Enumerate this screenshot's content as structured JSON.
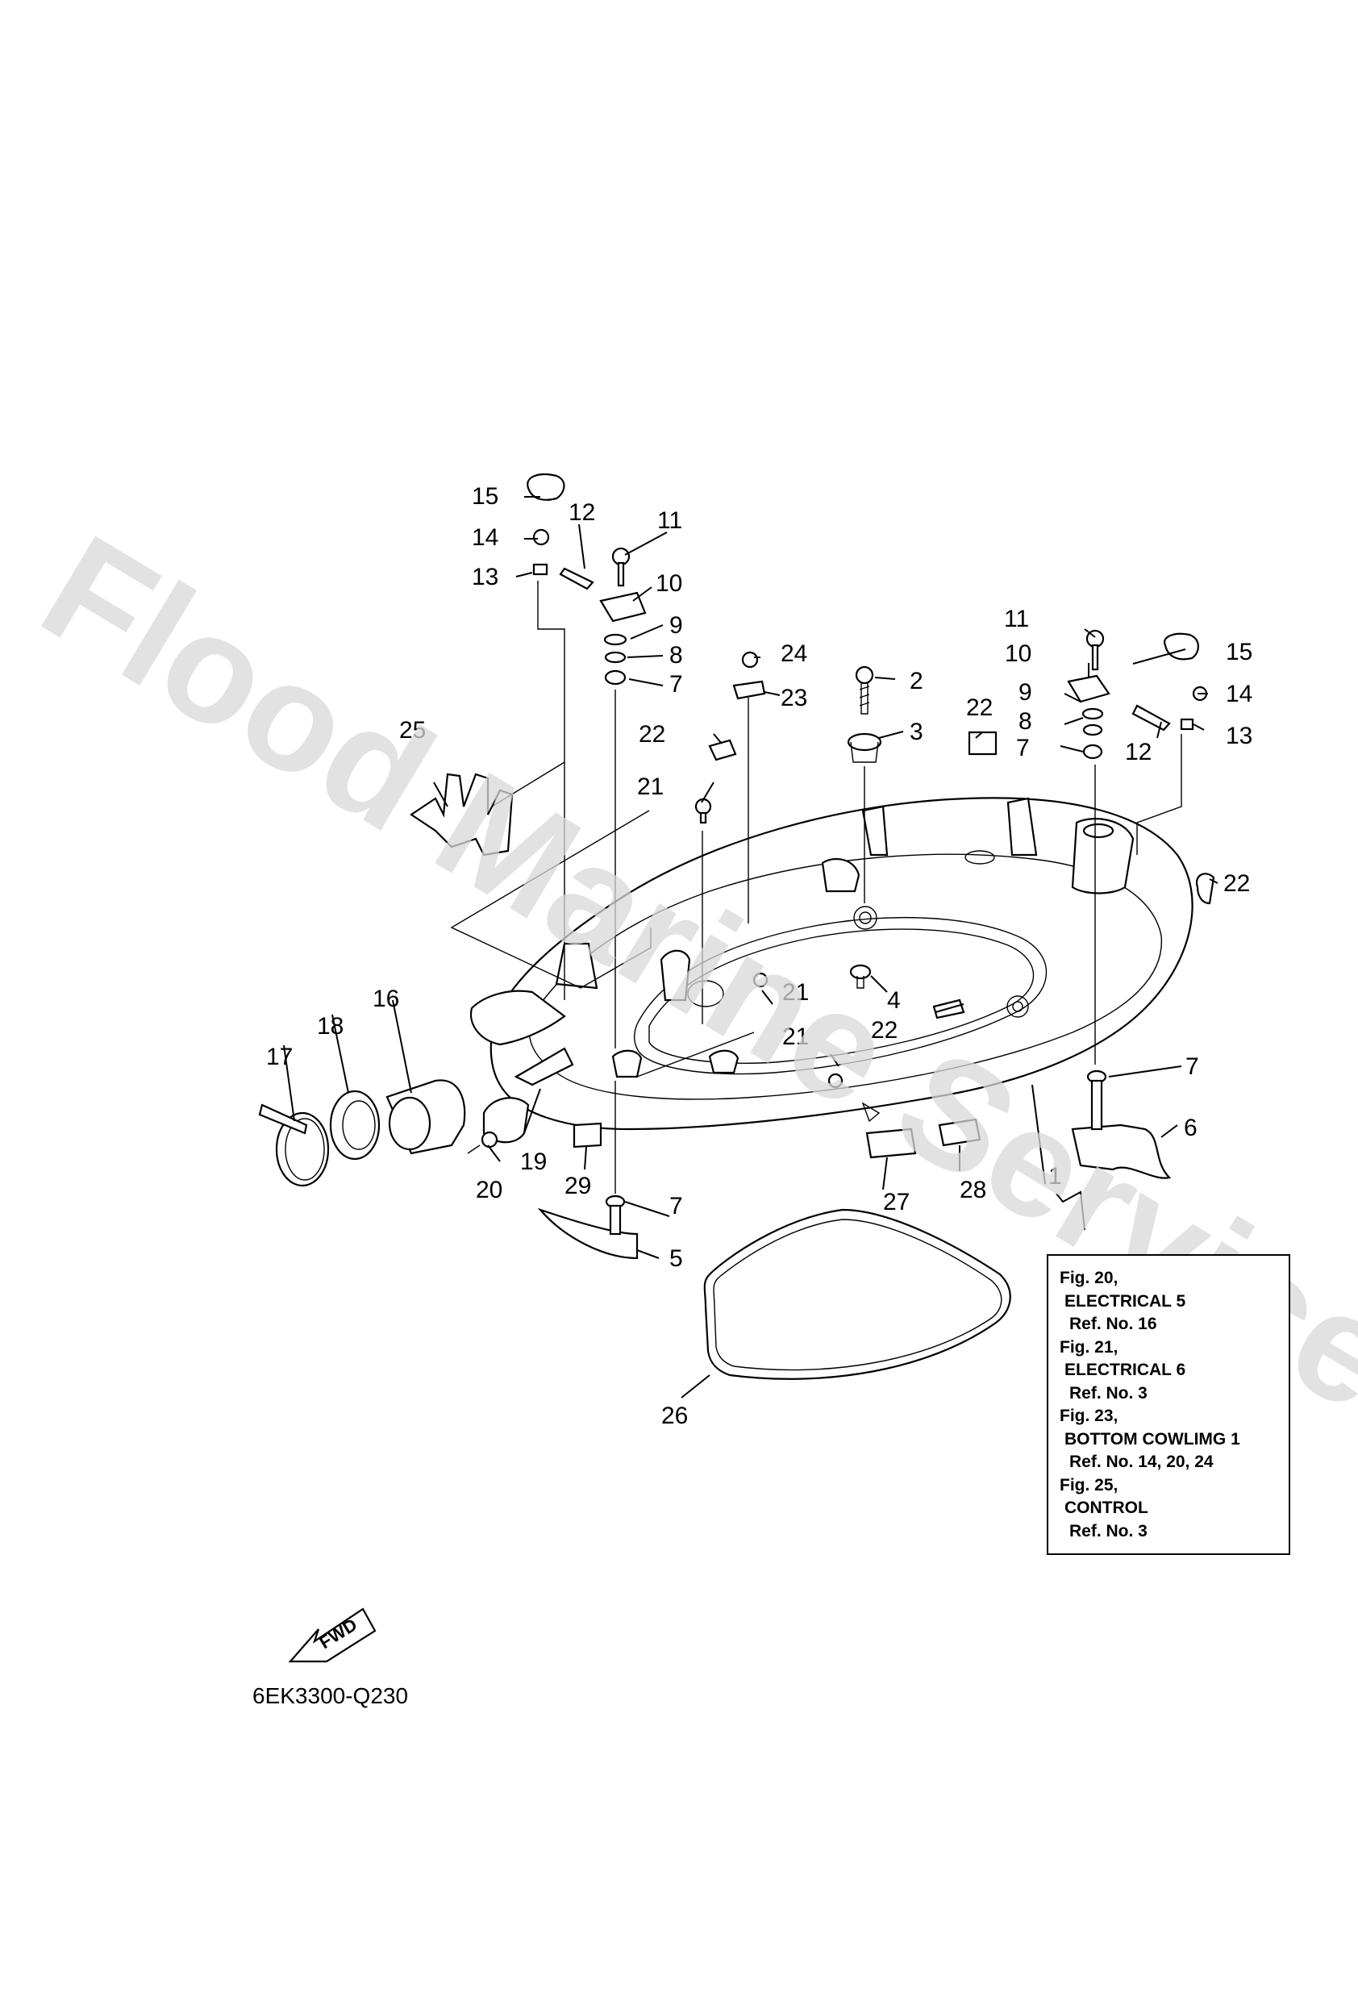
{
  "watermark": "Flood Marine Services",
  "drawing_code": "6EK3300-Q230",
  "fwd_label": "FWD",
  "reference_box": {
    "lines": [
      {
        "text": "Fig. 20,",
        "indent": 0
      },
      {
        "text": "ELECTRICAL 5",
        "indent": 1
      },
      {
        "text": "Ref. No. 16",
        "indent": 2
      },
      {
        "text": "Fig. 21,",
        "indent": 0
      },
      {
        "text": "ELECTRICAL 6",
        "indent": 1
      },
      {
        "text": "Ref. No. 3",
        "indent": 2
      },
      {
        "text": "Fig. 23,",
        "indent": 0
      },
      {
        "text": "BOTTOM COWLIMG 1",
        "indent": 1
      },
      {
        "text": "Ref. No. 14, 20, 24",
        "indent": 2
      },
      {
        "text": "Fig. 25,",
        "indent": 0
      },
      {
        "text": "CONTROL",
        "indent": 1
      },
      {
        "text": "Ref. No. 3",
        "indent": 2
      }
    ]
  },
  "callouts": [
    "1",
    "2",
    "3",
    "4",
    "5",
    "6",
    "7",
    "8",
    "9",
    "10",
    "11",
    "12",
    "13",
    "14",
    "15",
    "16",
    "17",
    "18",
    "19",
    "20",
    "21",
    "22",
    "23",
    "24",
    "25",
    "26",
    "27",
    "28",
    "29"
  ],
  "colors": {
    "line": "#000000",
    "watermark": "#d9d9d9",
    "background": "#ffffff"
  }
}
